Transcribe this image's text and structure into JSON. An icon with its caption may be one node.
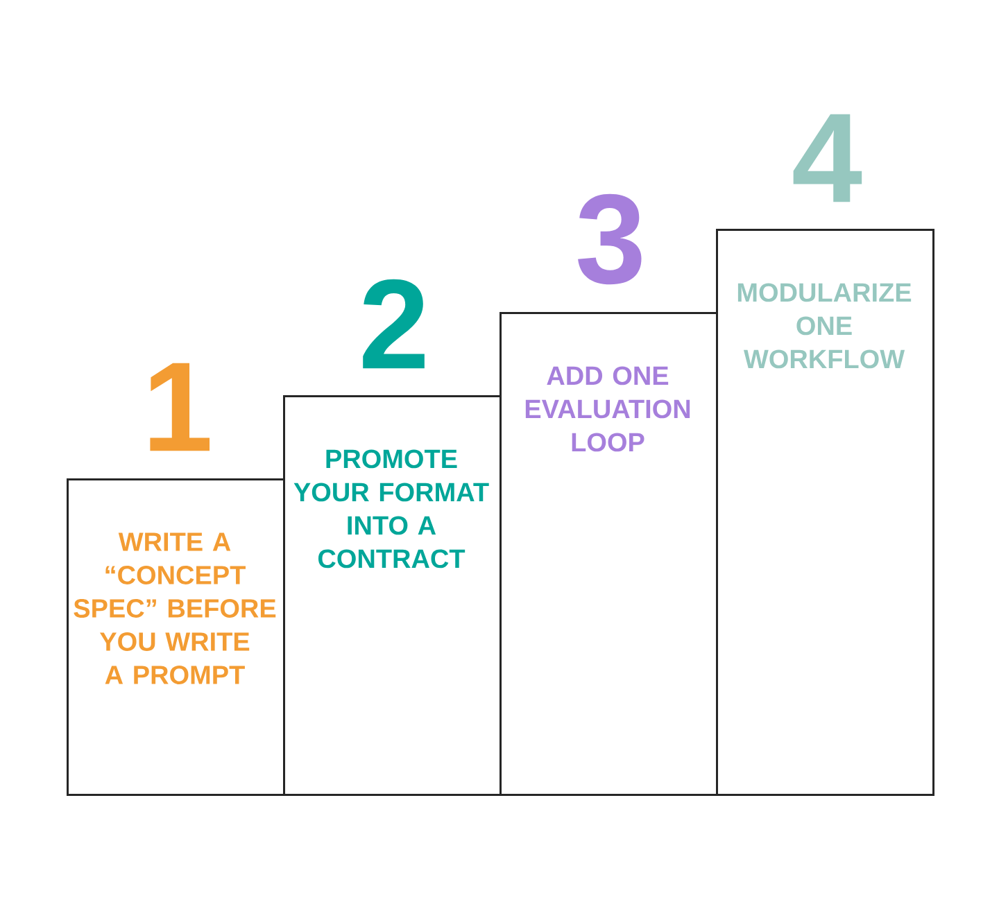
{
  "diagram": {
    "nodes": [
      {
        "text": [
          "1",
          "WRITE A “CONCEPT SPEC” BEFORE YOU WRITE A PROMPT"
        ]
      },
      {
        "text": [
          "2",
          "PROMOTE YOUR FORMAT INTO A CONTRACT"
        ]
      },
      {
        "text": [
          "3",
          "ADD ONE EVALUATION LOOP"
        ]
      },
      {
        "text": [
          "4",
          "MODULARIZE ONE WORKFLOW"
        ]
      }
    ]
  }
}
